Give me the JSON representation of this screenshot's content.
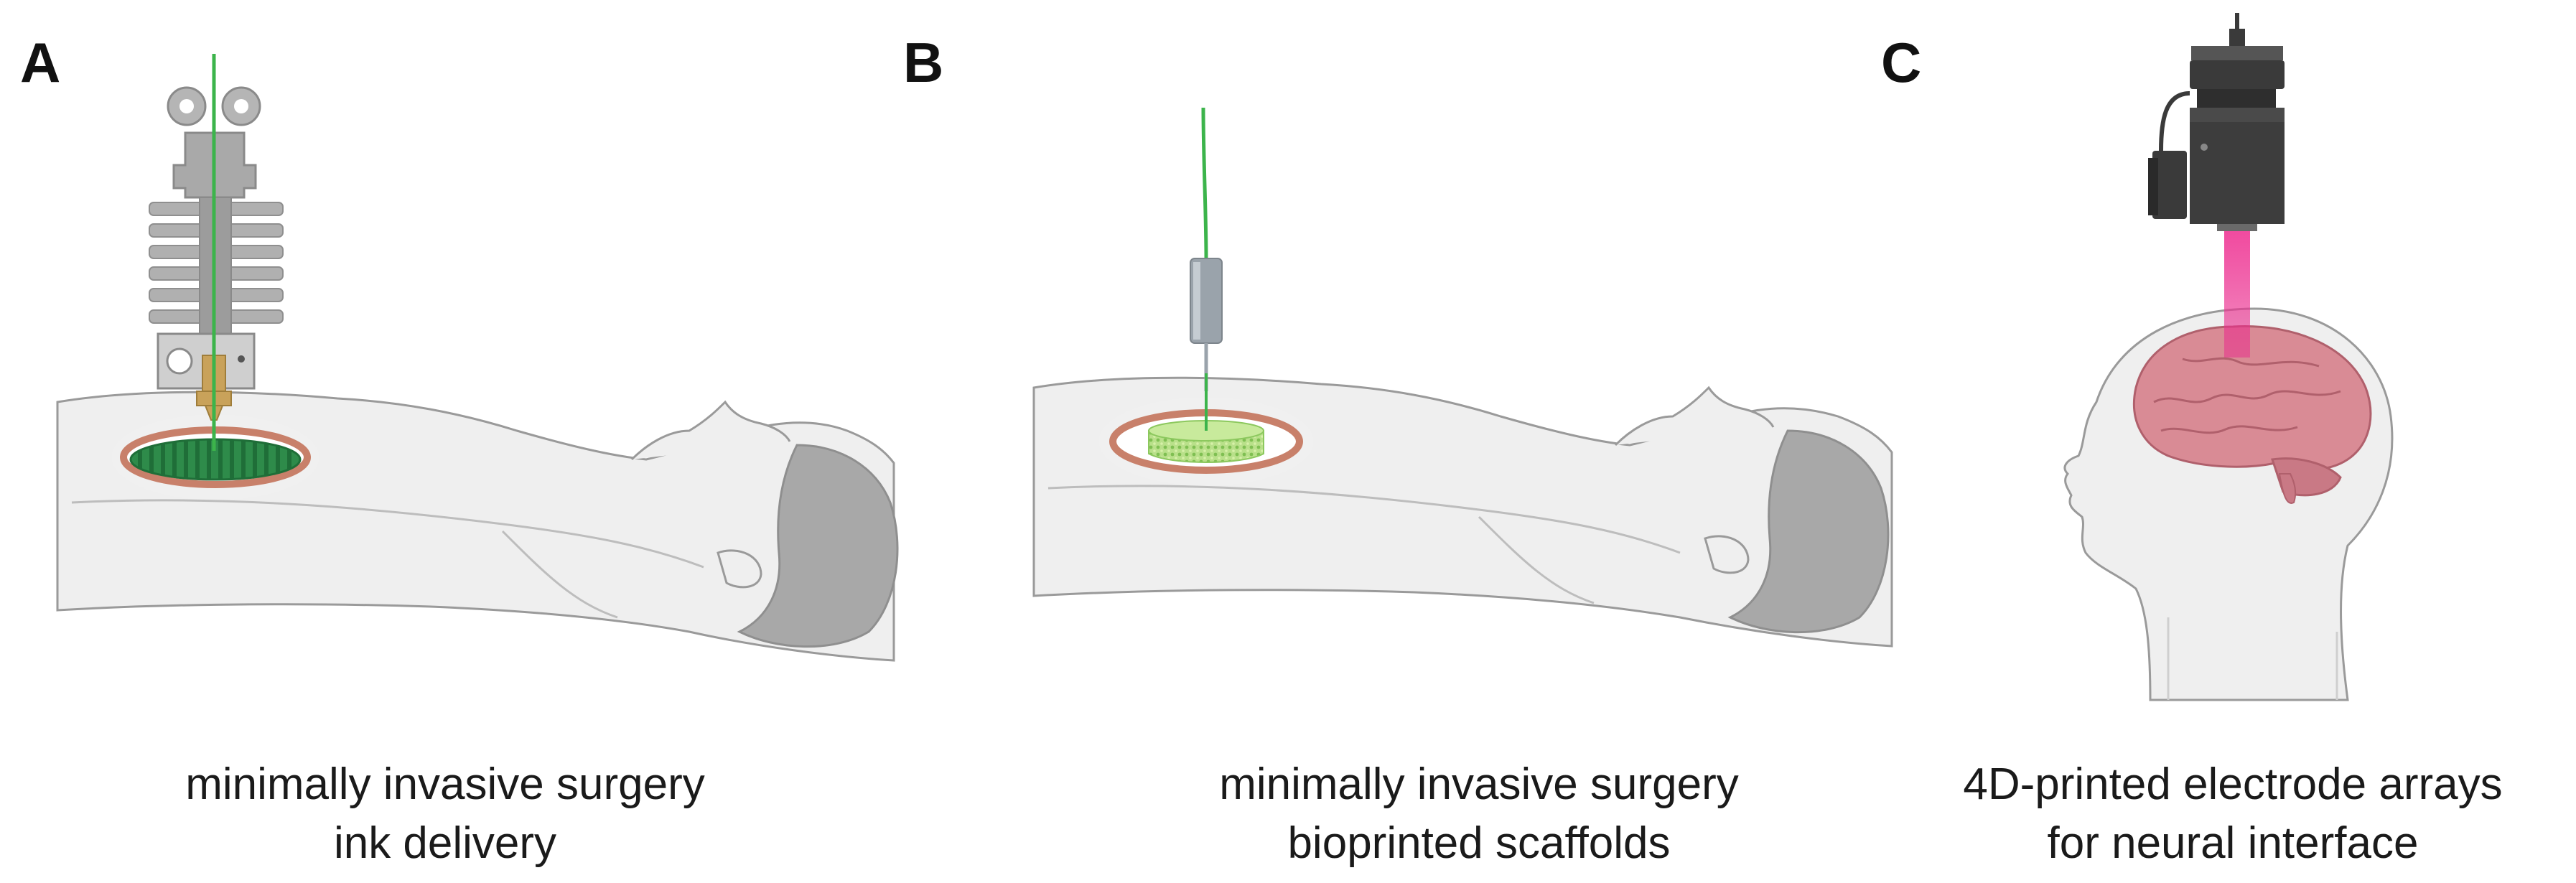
{
  "panels": [
    {
      "letter": "A",
      "caption_line1": "minimally invasive surgery",
      "caption_line2": "ink delivery"
    },
    {
      "letter": "B",
      "caption_line1": "minimally invasive surgery",
      "caption_line2": "bioprinted scaffolds"
    },
    {
      "letter": "C",
      "caption_line1": "4D-printed electrode arrays",
      "caption_line2": "for neural interface"
    }
  ],
  "colors": {
    "filament_green": "#3cb44b",
    "body_fill": "#efefef",
    "body_stroke": "#9a9a9a",
    "hair": "#a8a8a8",
    "wound_rim": "#c8806a",
    "scaffold_green": "#2e8b4a",
    "scaffold_light": "#a8d87a",
    "brain": "#d98b95",
    "laser_pink": "#e8278a",
    "camera": "#3a3a3a",
    "extruder_metal": "#9c9c9c",
    "nozzle_brass": "#c9a25a"
  }
}
